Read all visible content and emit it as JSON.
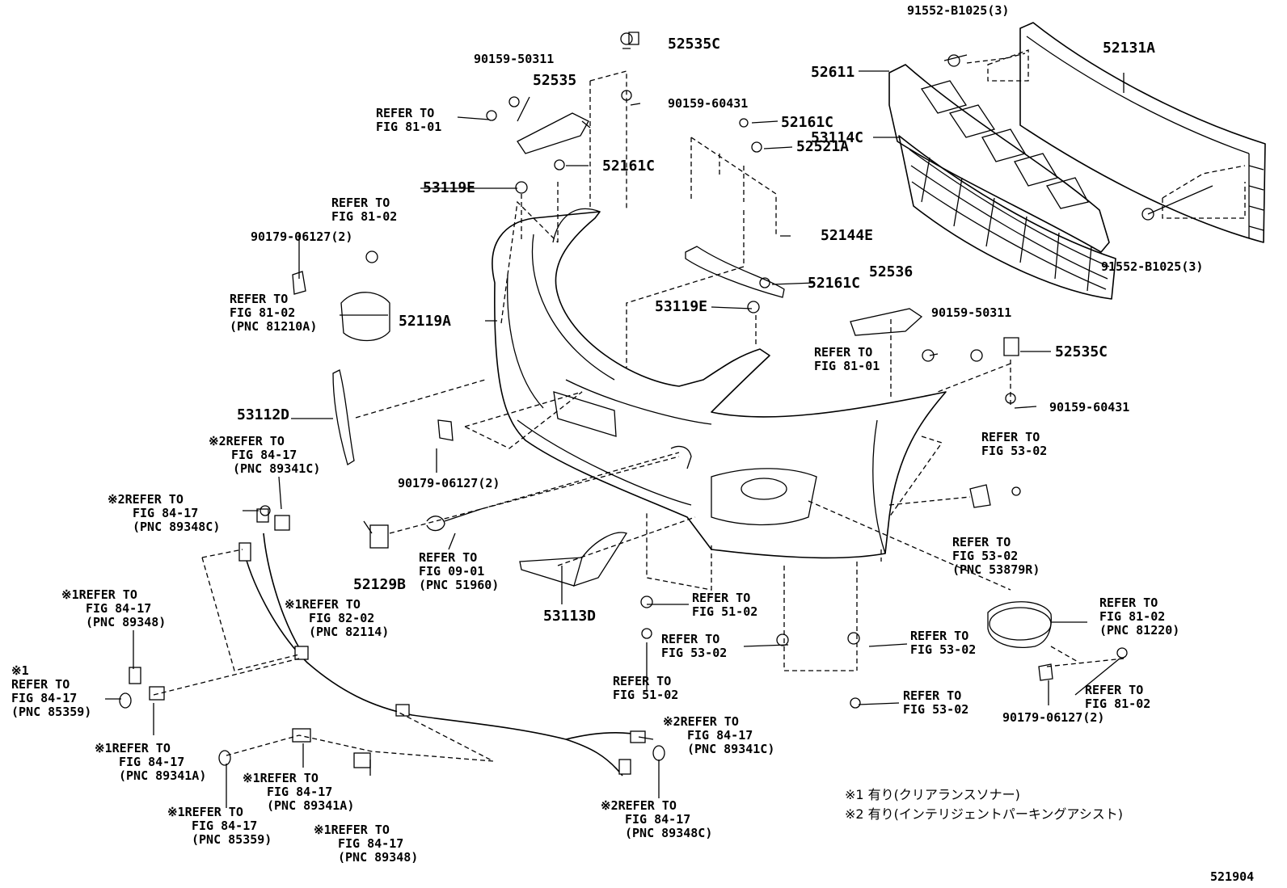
{
  "diagram": {
    "part_numbers": {
      "p91552_top": "91552-B1025(3)",
      "p52131A": "52131A",
      "p52611": "52611",
      "p53114C": "53114C",
      "p91552_right": "91552-B1025(3)",
      "p52535C_top": "52535C",
      "p90159_60431_top": "90159-60431",
      "p90159_50311_top": "90159-50311",
      "p52535": "52535",
      "p52161C_a": "52161C",
      "p52521A": "52521A",
      "p52161C_b": "52161C",
      "p53119E_a": "53119E",
      "p52144E": "52144E",
      "p90179_left": "90179-06127(2)",
      "p52161C_c": "52161C",
      "p52536": "52536",
      "p53119E_b": "53119E",
      "p90159_50311_mid": "90159-50311",
      "p52119A": "52119A",
      "p52535C_mid": "52535C",
      "p90159_60431_mid": "90159-60431",
      "p53112D": "53112D",
      "p90179_center": "90179-06127(2)",
      "p52129B": "52129B",
      "p53113D": "53113D",
      "p90179_right": "90179-06127(2)",
      "figure_id": "521904"
    },
    "refs": {
      "r_fig8101_top": [
        "REFER TO",
        "FIG 81-01"
      ],
      "r_fig8102_a": [
        "REFER TO",
        "FIG 81-02"
      ],
      "r_headlamp": [
        "REFER TO",
        "FIG 81-02",
        "(PNC 81210A)"
      ],
      "r_fig8101_mid": [
        "REFER TO",
        "FIG 81-01"
      ],
      "r_fig5302_a": [
        "REFER TO",
        "FIG 53-02"
      ],
      "r_fig5302_pnc": [
        "REFER TO",
        "FIG 53-02",
        "(PNC 53879R)"
      ],
      "r_fig8102_pnc": [
        "REFER TO",
        "FIG 81-02",
        "(PNC 81220)"
      ],
      "r_fig8102_b": [
        "REFER TO",
        "FIG 81-02"
      ],
      "r_fig5302_b": [
        "REFER TO",
        "FIG 53-02"
      ],
      "r_fig5302_c": [
        "REFER TO",
        "FIG 53-02"
      ],
      "r_fig5102_a": [
        "REFER TO",
        "FIG 51-02"
      ],
      "r_fig5302_d": [
        "REFER TO",
        "FIG 53-02"
      ],
      "r_fig5102_b": [
        "REFER TO",
        "FIG 51-02"
      ],
      "r_fig0901": [
        "REFER TO",
        "FIG 09-01",
        "(PNC 51960)"
      ],
      "r_89341C_top": [
        "※2REFER TO",
        "FIG 84-17",
        "(PNC 89341C)"
      ],
      "r_89348C_top": [
        "※2REFER TO",
        "FIG 84-17",
        "(PNC 89348C)"
      ],
      "r_89348_left": [
        "※1REFER TO",
        "FIG 84-17",
        "(PNC 89348)"
      ],
      "r_harness": [
        "※1REFER TO",
        "FIG 82-02",
        "(PNC 82114)"
      ],
      "r_85359_left": [
        "※1",
        "REFER TO",
        "FIG 84-17",
        "(PNC 85359)"
      ],
      "r_89341A_left": [
        "※1REFER TO",
        "FIG 84-17",
        "(PNC 89341A)"
      ],
      "r_89341A_mid": [
        "※1REFER TO",
        "FIG 84-17",
        "(PNC 89341A)"
      ],
      "r_85359_bottom": [
        "※1REFER TO",
        "FIG 84-17",
        "(PNC 85359)"
      ],
      "r_89348_bottom": [
        "※1REFER TO",
        "FIG 84-17",
        "(PNC 89348)"
      ],
      "r_89341C_bottom": [
        "※2REFER TO",
        "FIG 84-17",
        "(PNC 89341C)"
      ],
      "r_89348C_bottom": [
        "※2REFER TO",
        "FIG 84-17",
        "(PNC 89348C)"
      ]
    },
    "notes": {
      "note1": "※1 有り(クリアランスソナー)",
      "note2": "※2 有り(インテリジェントパーキングアシスト)"
    }
  }
}
